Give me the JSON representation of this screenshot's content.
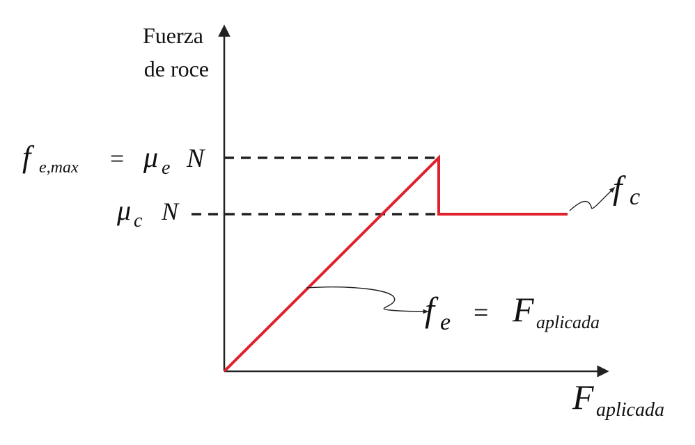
{
  "y_axis_label": [
    "Fuerza",
    "de roce"
  ],
  "x_axis_label": {
    "main": "F",
    "sub": "aplicada"
  },
  "static_max_label": {
    "f": "f",
    "f_sub": "e,max",
    "eq": "=",
    "mu": "μ",
    "mu_sub": "e",
    "n": "N"
  },
  "kinetic_level_label": {
    "mu": "μ",
    "mu_sub": "c",
    "n": "N"
  },
  "kinetic_annotation": {
    "f": "f",
    "sub": "c"
  },
  "static_annotation": {
    "f": "f",
    "f_sub": "e",
    "eq": "=",
    "F": "F",
    "F_sub": "aplicada"
  },
  "colors": {
    "curve": "#e0202a",
    "axes": "#222222",
    "guides": "#222222",
    "text": "#111111"
  }
}
